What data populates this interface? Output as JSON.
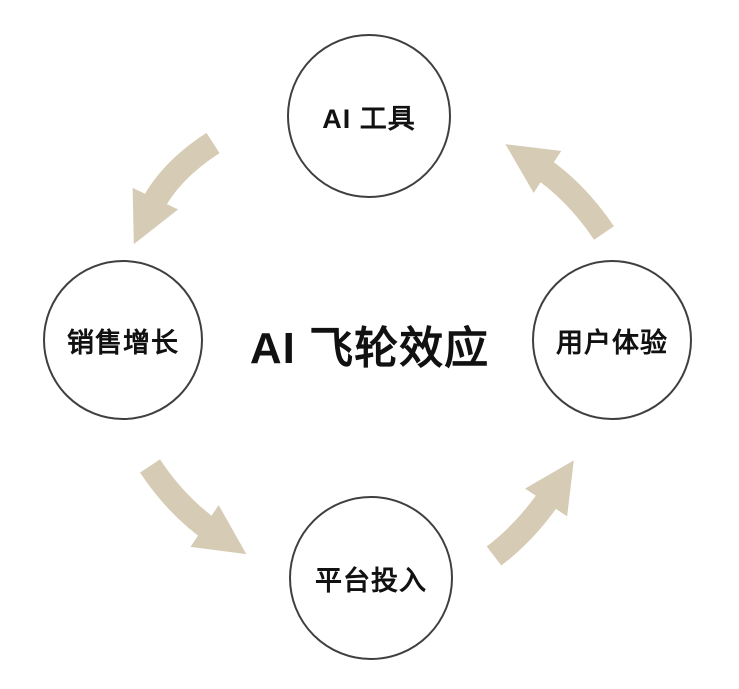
{
  "title": "AI 飞轮效应",
  "nodes": {
    "top": {
      "label": "AI 工具"
    },
    "left": {
      "label": "销售增长"
    },
    "right": {
      "label": "用户体验"
    },
    "bottom": {
      "label": "平台投入"
    }
  },
  "arrows": [
    {
      "from": "AI 工具",
      "to": "销售增长"
    },
    {
      "from": "销售增长",
      "to": "平台投入"
    },
    {
      "from": "平台投入",
      "to": "用户体验"
    },
    {
      "from": "用户体验",
      "to": "AI 工具"
    }
  ],
  "colors": {
    "arrow": "#d6cbb4",
    "circle_border": "#3f3f3f",
    "text": "#111111",
    "background": "#ffffff"
  }
}
